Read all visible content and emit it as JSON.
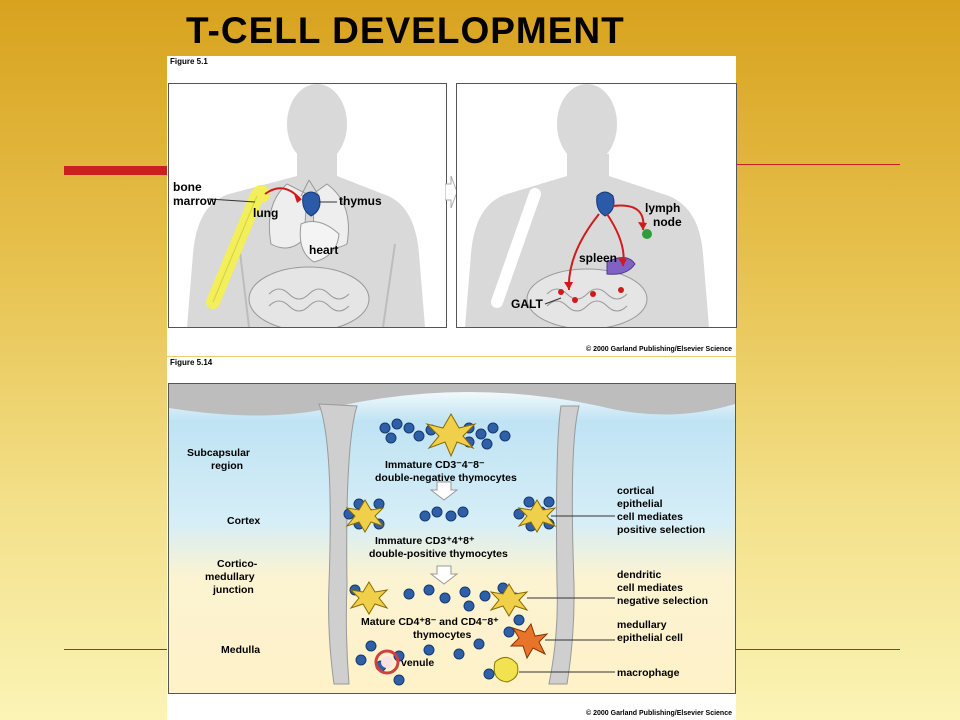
{
  "slide": {
    "title": "T-CELL DEVELOPMENT"
  },
  "figure1": {
    "label": "Figure 5.1",
    "copyright": "© 2000 Garland Publishing/Elsevier Science",
    "left_panel": {
      "bone": "bone",
      "marrow": "marrow",
      "lung": "lung",
      "thymus": "thymus",
      "heart": "heart"
    },
    "right_panel": {
      "lymph": "lymph",
      "node": "node",
      "spleen": "spleen",
      "galt": "GALT"
    }
  },
  "figure2": {
    "label": "Figure 5.14",
    "copyright": "© 2000 Garland Publishing/Elsevier Science",
    "regions": {
      "subcapsular_1": "Subcapsular",
      "subcapsular_2": "region",
      "cortex": "Cortex",
      "cm_1": "Cortico-",
      "cm_2": "medullary",
      "cm_3": "junction",
      "medulla": "Medulla"
    },
    "stages": {
      "immature_neg_1": "Immature CD3⁻4⁻8⁻",
      "immature_neg_2": "double-negative thymocytes",
      "immature_pos_1": "Immature CD3⁺4⁺8⁺",
      "immature_pos_2": "double-positive thymocytes",
      "mature_1": "Mature CD4⁺8⁻ and CD4⁻8⁺",
      "mature_2": "thymocytes",
      "venule": "venule"
    },
    "annotations": {
      "cortical_1": "cortical",
      "cortical_2": "epithelial",
      "cortical_3": "cell mediates",
      "cortical_4": "positive selection",
      "dendritic_1": "dendritic",
      "dendritic_2": "cell mediates",
      "dendritic_3": "negative selection",
      "medullary_1": "medullary",
      "medullary_2": "epithelial cell",
      "macrophage": "macrophage"
    }
  },
  "colors": {
    "accent_red": "#cc1f1f",
    "thymus_blue": "#2a5aa8",
    "arrow_red": "#d11b1b",
    "bone_yellow": "#f2ef5a",
    "spleen_purple": "#7f62c4",
    "node_green": "#2e9e3a"
  }
}
